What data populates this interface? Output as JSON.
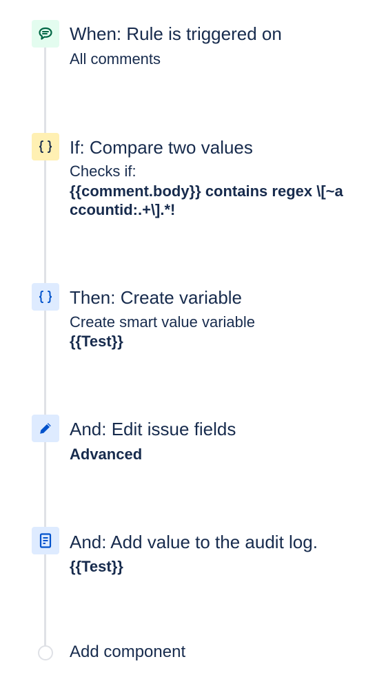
{
  "steps": [
    {
      "title": "When: Rule is triggered on",
      "subtitle": "All comments",
      "icon": "comment-icon",
      "color": "#e3fcef"
    },
    {
      "title": "If: Compare two values",
      "subtitle": "Checks if:",
      "detail": "{{comment.body}} contains regex \\[~accountid:.+\\].*!",
      "icon": "braces-icon",
      "color": "#fff0b3"
    },
    {
      "title": "Then: Create variable",
      "subtitle": "Create smart value variable",
      "detail": "{{Test}}",
      "icon": "braces-icon",
      "color": "#deebff"
    },
    {
      "title": "And: Edit issue fields",
      "detail": "Advanced",
      "icon": "pencil-icon",
      "color": "#deebff"
    },
    {
      "title": "And: Add value to the audit log.",
      "detail": "{{Test}}",
      "icon": "log-icon",
      "color": "#deebff"
    }
  ],
  "add_component": {
    "label": "Add component"
  },
  "colors": {
    "text": "#172b4d",
    "timeline": "#dfe1e6",
    "green_icon": "#006644",
    "yellow_icon": "#172b4d",
    "blue_icon": "#0052cc"
  }
}
